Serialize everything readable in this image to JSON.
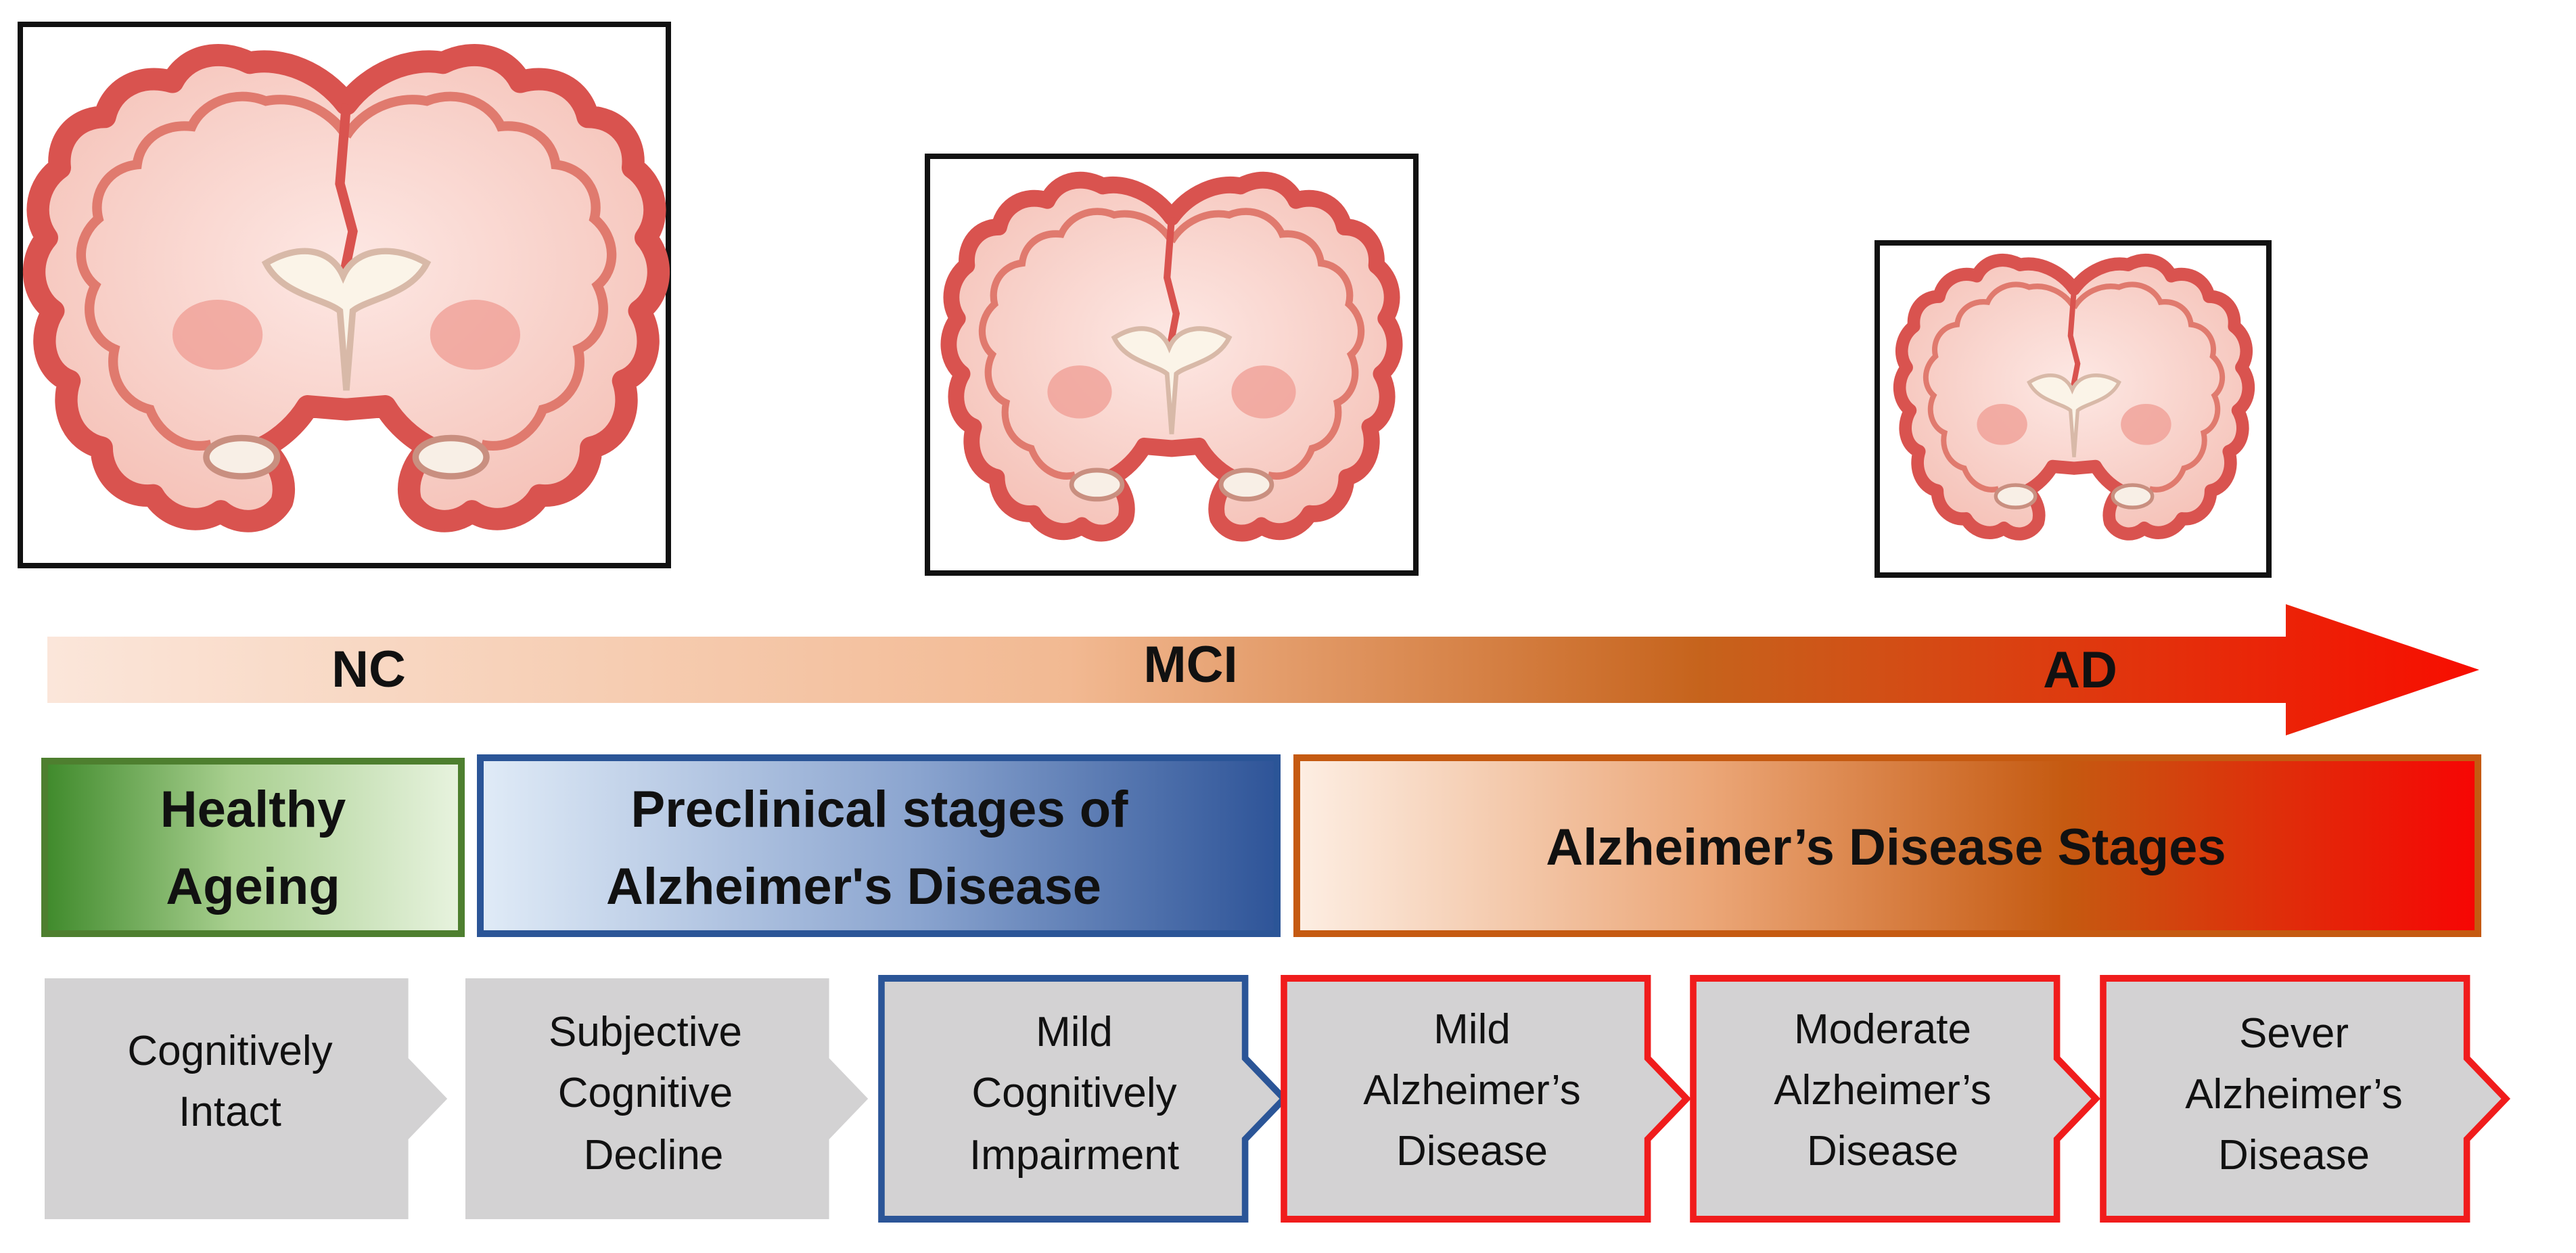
{
  "brain_panels": [
    {
      "name": "nc-brain"
    },
    {
      "name": "mci-brain"
    },
    {
      "name": "ad-brain"
    }
  ],
  "progression_arrow": {
    "labels": [
      "NC",
      "MCI",
      "AD"
    ],
    "gradient_colors": [
      "#fbe6da",
      "#f2b992",
      "#c6631c",
      "#f80d00"
    ]
  },
  "categories": [
    {
      "label_line1": "Healthy",
      "label_line2": "Ageing",
      "border": "#4e7f2f",
      "fill_from": "#3f8a2b",
      "fill_to": "#e8f3df"
    },
    {
      "label_line1": "Preclinical stages of",
      "label_line2": "Alzheimer's Disease",
      "border": "#2b5597",
      "fill_from": "#e0ebf7",
      "fill_to": "#2e5498"
    },
    {
      "label_line1": "Alzheimer’s Disease Stages",
      "label_line2": "",
      "border": "#c55a11",
      "fill_from": "#fdeee3",
      "fill_to": "#f70504"
    }
  ],
  "stages": [
    {
      "lines": [
        "Cognitively",
        "Intact"
      ],
      "border": "none"
    },
    {
      "lines": [
        "Subjective",
        "Cognitive",
        "Decline"
      ],
      "border": "none"
    },
    {
      "lines": [
        "Mild",
        "Cognitively",
        "Impairment"
      ],
      "border": "#2b5597"
    },
    {
      "lines": [
        "Mild",
        "Alzheimer’s",
        "Disease"
      ],
      "border": "#f01c1c"
    },
    {
      "lines": [
        "Moderate",
        "Alzheimer’s",
        "Disease"
      ],
      "border": "#f01c1c"
    },
    {
      "lines": [
        "Sever",
        "Alzheimer’s",
        "Disease"
      ],
      "border": "#f01c1c"
    }
  ]
}
